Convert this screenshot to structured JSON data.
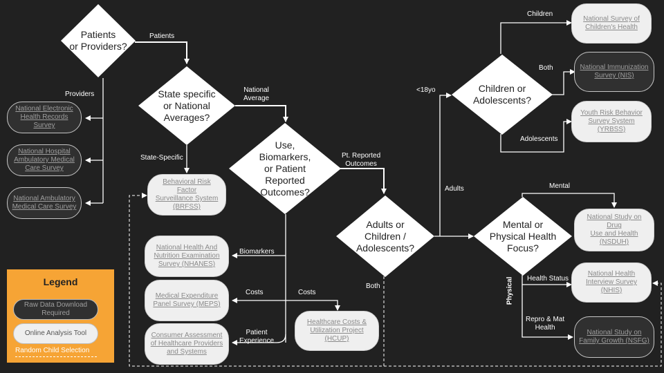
{
  "diamonds": {
    "d1": "Patients\nor Providers?",
    "d2": "State specific\nor National\nAverages?",
    "d3": "Use,\nBiomarkers,\nor Patient\nReported\nOutcomes?",
    "d4": "Adults or\nChildren /\nAdolescents?",
    "d5": "Children or\nAdolescents?",
    "d6": "Mental or\nPhysical Health\nFocus?"
  },
  "labels": {
    "patients": "Patients",
    "providers": "Providers",
    "national_average": "National\nAverage",
    "state_specific": "State-Specific",
    "pt_reported": "Pt. Reported\nOutcomes",
    "biomarkers": "Biomarkers",
    "costs_left": "Costs",
    "costs_right": "Costs",
    "patient_experience": "Patient\nExperience",
    "both_bottom": "Both",
    "under18": "<18yo",
    "adults": "Adults",
    "children": "Children",
    "both_top": "Both",
    "adolescents": "Adolescents",
    "mental": "Mental",
    "physical": "Physical",
    "health_status": "Health Status",
    "repro": "Repro & Mat\nHealth"
  },
  "surveys": {
    "namcs_ehr": "National Electronic\nHealth Records\nSurvey",
    "nhamcs": "National Hospital\nAmbulatory Medical\nCare Survey",
    "namcs": "National Ambulatory\nMedical Care Survey",
    "brfss": "Behavioral Risk Factor\nSurveillance System\n(BRFSS)",
    "nhanes": "National Health And\nNutrition Examination\nSurvey (NHANES)",
    "meps": "Medical Expenditure\nPanel Survey (MEPS)",
    "cahps": "Consumer Assessment\nof Healthcare Providers\nand Systems",
    "hcup": "Healthcare Costs &\nUtilization Project\n(HCUP)",
    "nsch": "National Survey of\nChildren's Health",
    "nis": "National Immunization\nSurvey (NIS)",
    "yrbss": "Youth Risk Behavior\nSurvey System\n(YRBSS)",
    "nsduh": "National Study on Drug\nUse and Health\n(NSDUH)",
    "nhis": "National Health\nInterview Survey (NHIS)",
    "nsfg": "National Study on\nFamily Growth (NSFG)"
  },
  "legend": {
    "title": "Legend",
    "raw": "Raw Data Download\nRequired",
    "tool": "Online Analysis Tool",
    "random": "Random Child Selection"
  },
  "colors": {
    "background": "#212121",
    "diamond": "#ffffff",
    "legend": "#f6a435",
    "raw_pill": "#303030",
    "tool_pill": "#efefef"
  }
}
